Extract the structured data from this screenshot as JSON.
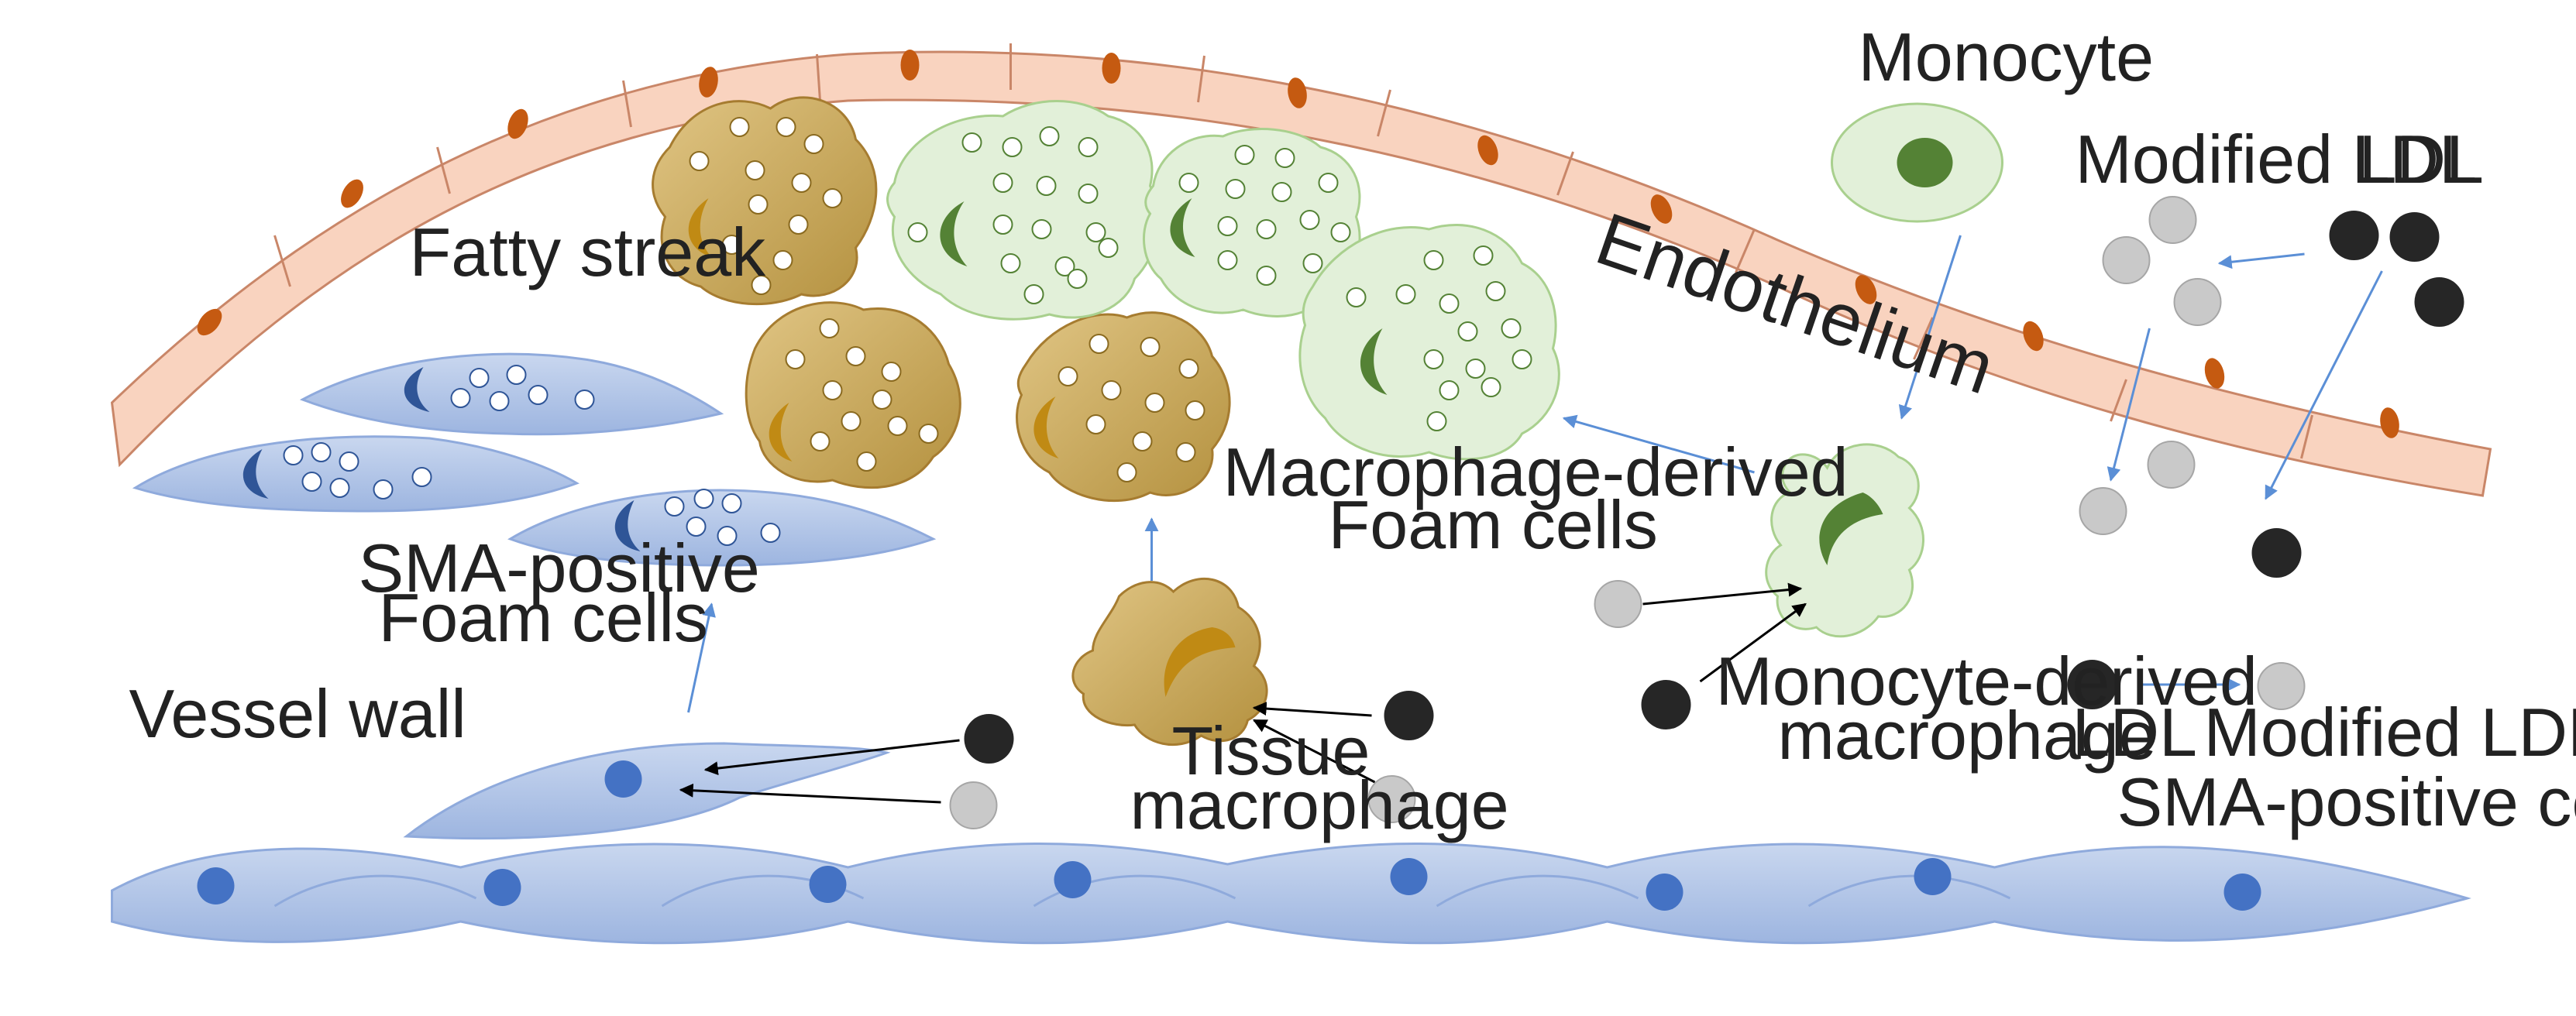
{
  "labels": {
    "monocyte": "Monocyte",
    "modified_ldl_top": "Modified LDL",
    "ldl_top": "LDL",
    "endothelium": "Endothelium",
    "fatty_streak": "Fatty streak",
    "macrophage_foam_1": "Macrophage-derived",
    "macrophage_foam_2": "Foam cells",
    "sma_foam_1": "SMA-positive",
    "sma_foam_2": "Foam cells",
    "vessel_wall": "Vessel wall",
    "tissue_macrophage_1": "Tissue",
    "tissue_macrophage_2": "macrophage",
    "mono_macrophage_1": "Monocyte-derived",
    "mono_macrophage_2": "macrophage",
    "ldl_bottom": "LDL",
    "modified_ldl_bottom": "Modified LDL",
    "sma_cells": "SMA-positive cells"
  },
  "colors": {
    "endothelial_fill": "#f9d3bf",
    "endothelial_stroke": "#c98668",
    "endothelial_nucleus": "#c55a11",
    "tan_fill": "#c9a861",
    "tan_nucleus": "#c08a14",
    "green_fill": "#e2f0d9",
    "green_stroke": "#a9d08e",
    "green_nucleus": "#548235",
    "blue_fill": "#b4c7e7",
    "blue_stroke": "#8faadc",
    "blue_nucleus_dark": "#2f5597",
    "blue_nucleus": "#4472c4",
    "ldl": "#262626",
    "modified_ldl": "#c9c9c9",
    "arrow_blue": "#5b8fd6",
    "arrow_black": "#000000"
  }
}
